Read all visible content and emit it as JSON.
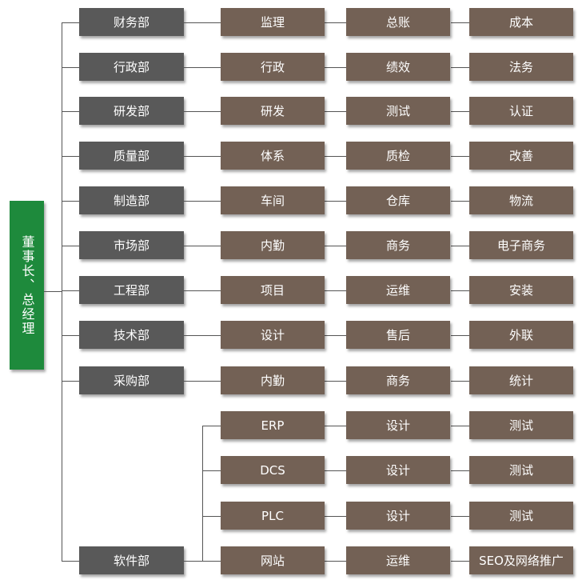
{
  "root": "董事长、总经理",
  "departments": [
    {
      "name": "财务部",
      "rows": [
        [
          "监理",
          "总账",
          "成本"
        ]
      ]
    },
    {
      "name": "行政部",
      "rows": [
        [
          "行政",
          "绩效",
          "法务"
        ]
      ]
    },
    {
      "name": "研发部",
      "rows": [
        [
          "研发",
          "测试",
          "认证"
        ]
      ]
    },
    {
      "name": "质量部",
      "rows": [
        [
          "体系",
          "质检",
          "改善"
        ]
      ]
    },
    {
      "name": "制造部",
      "rows": [
        [
          "车间",
          "仓库",
          "物流"
        ]
      ]
    },
    {
      "name": "市场部",
      "rows": [
        [
          "内勤",
          "商务",
          "电子商务"
        ]
      ]
    },
    {
      "name": "工程部",
      "rows": [
        [
          "项目",
          "运维",
          "安装"
        ]
      ]
    },
    {
      "name": "技术部",
      "rows": [
        [
          "设计",
          "售后",
          "外联"
        ]
      ]
    },
    {
      "name": "采购部",
      "rows": [
        [
          "内勤",
          "商务",
          "统计"
        ]
      ]
    },
    {
      "name": "软件部",
      "rows": [
        [
          "ERP",
          "设计",
          "测试"
        ],
        [
          "DCS",
          "设计",
          "测试"
        ],
        [
          "PLC",
          "设计",
          "测试"
        ],
        [
          "网站",
          "运维",
          "SEO及网络推广"
        ]
      ]
    }
  ],
  "colors": {
    "root": "#1e8a3c",
    "department": "#595959",
    "sub": "#736155",
    "line": "#555555"
  }
}
